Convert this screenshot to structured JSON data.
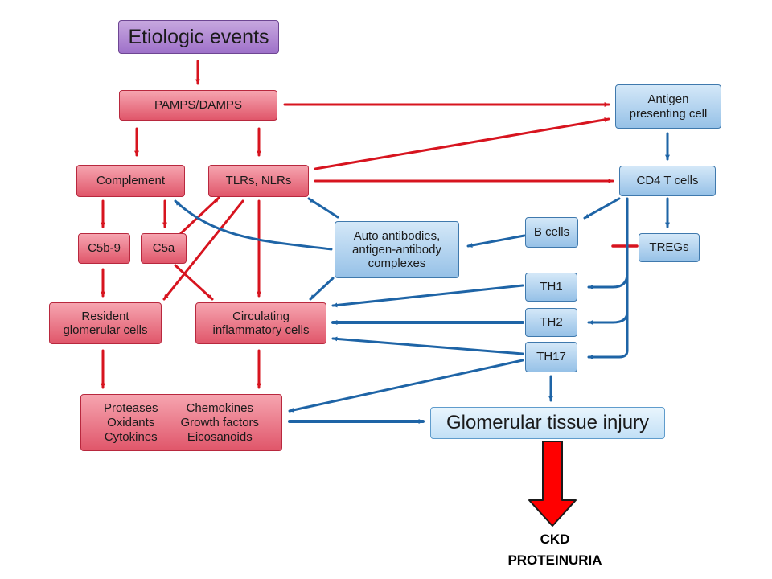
{
  "nodes": {
    "etiologic": "Etiologic events",
    "pamps": "PAMPS/DAMPS",
    "complement": "Complement",
    "tlrs": "TLRs, NLRs",
    "c5b9": "C5b-9",
    "c5a": "C5a",
    "autoantibodies": "Auto antibodies,\nantigen-antibody\ncomplexes",
    "resident": "Resident\nglomerular cells",
    "circulating": "Circulating\ninflammatory cells",
    "apc": "Antigen\npresenting cell",
    "cd4": "CD4 T cells",
    "bcells": "B cells",
    "tregs": "TREGs",
    "th1": "TH1",
    "th2": "TH2",
    "th17": "TH17",
    "injury": "Glomerular tissue injury"
  },
  "mediators": [
    "Proteases",
    "Chemokines",
    "Oxidants",
    "Growth factors",
    "Cytokines",
    "Eicosanoids"
  ],
  "outcome": [
    "CKD",
    "PROTEINURIA"
  ],
  "colors": {
    "red_arrow": "#d7141f",
    "blue_arrow": "#1e64a6",
    "big_arrow": "#ff0000"
  }
}
